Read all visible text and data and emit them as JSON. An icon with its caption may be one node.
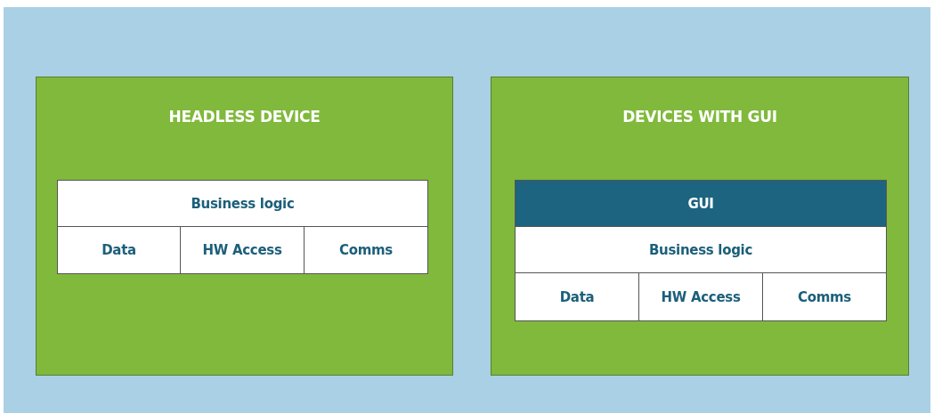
{
  "diagram": {
    "nodes": [
      {
        "text": [
          "HEADLESS DEVICE"
        ]
      },
      {
        "text": [
          "Business logic"
        ],
        "in": 0
      },
      {
        "text": [
          "Data"
        ],
        "in": 0
      },
      {
        "text": [
          "HW Access"
        ],
        "in": 0
      },
      {
        "text": [
          "Comms"
        ],
        "in": 0
      },
      {
        "text": [
          "DEVICES WITH GUI"
        ]
      },
      {
        "text": [
          "GUI"
        ],
        "in": 5
      },
      {
        "text": [
          "Business logic"
        ],
        "in": 5
      },
      {
        "text": [
          "Data"
        ],
        "in": 5
      },
      {
        "text": [
          "HW Access"
        ],
        "in": 5
      },
      {
        "text": [
          "Comms"
        ],
        "in": 5
      }
    ],
    "edges": []
  }
}
